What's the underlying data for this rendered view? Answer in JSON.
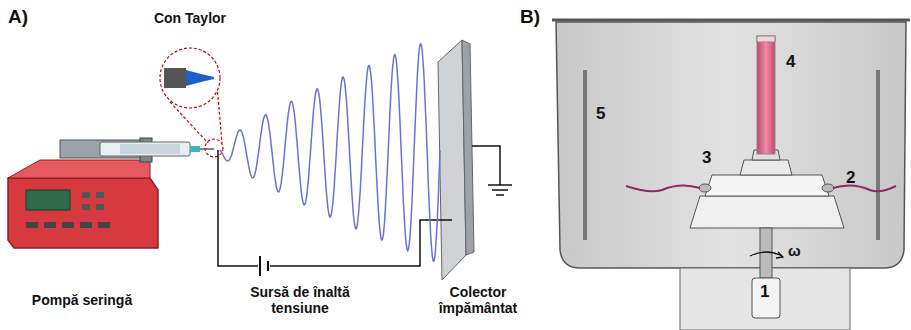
{
  "diagram": {
    "labels": [
      "A)",
      "Con Taylor",
      "Pompă seringă",
      "Sursă de înaltă tensiune",
      "Colector împământat",
      "B)",
      "1",
      "2",
      "3",
      "4",
      "5",
      "ω"
    ]
  }
}
